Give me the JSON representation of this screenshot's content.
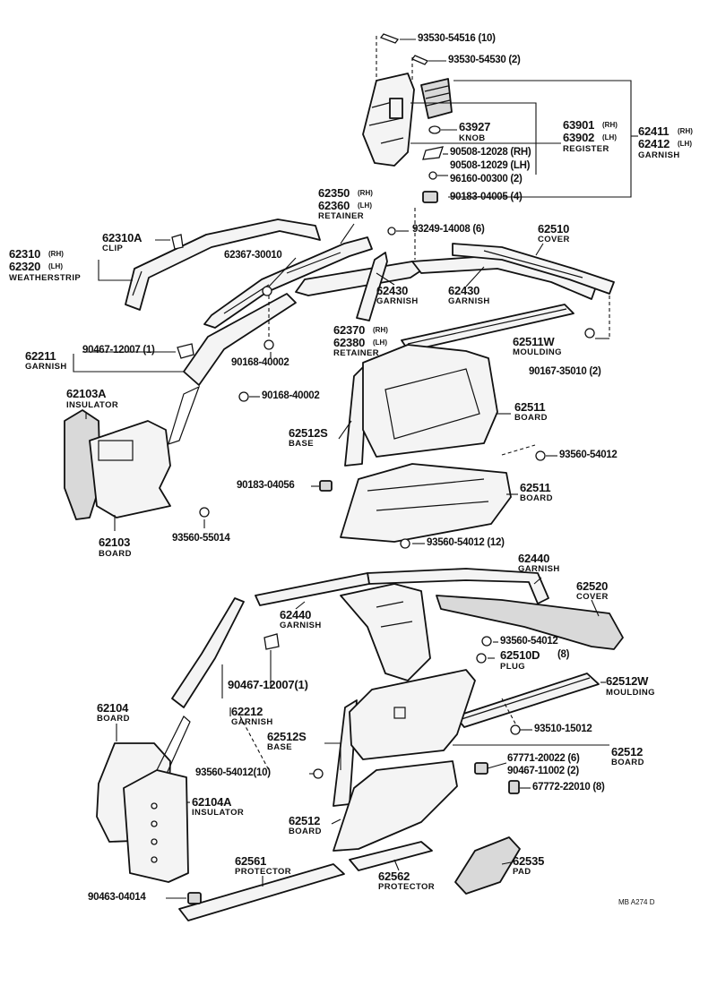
{
  "labels": {
    "l01": "93530-54516 (10)",
    "l02": "93530-54530 (2)",
    "l03": "63927",
    "l04": "KNOB",
    "l05": "63901",
    "l06": "(RH)",
    "l07": "63902",
    "l08": "(LH)",
    "l09": "REGISTER",
    "l10": "62411",
    "l11": "(RH)",
    "l12": "62412",
    "l13": "(LH)",
    "l14": "GARNISH",
    "l15": "90508-12028 (RH)",
    "l16": "90508-12029 (LH)",
    "l17": "96160-00300 (2)",
    "l18": "90183-04005 (4)",
    "l19": "62350",
    "l20": "(RH)",
    "l21": "62360",
    "l22": "(LH)",
    "l23": "RETAINER",
    "l24": "93249-14008 (6)",
    "l25": "62510",
    "l26": "COVER",
    "l27": "62310A",
    "l28": "CLIP",
    "l29": "62310",
    "l30": "(RH)",
    "l31": "62320",
    "l32": "(LH)",
    "l33": "WEATHERSTRIP",
    "l34": "62367-30010",
    "l35": "62430",
    "l36": "GARNISH",
    "l37": "62430",
    "l38": "GARNISH",
    "l39": "62370",
    "l40": "(RH)",
    "l41": "62380",
    "l42": "(LH)",
    "l43": "RETAINER",
    "l44": "62511W",
    "l45": "MOULDING",
    "l46": "62211",
    "l47": "GARNISH",
    "l48": "90467-12007 (1)",
    "l49": "90168-40002",
    "l50": "90167-35010 (2)",
    "l51": "90168-40002",
    "l52": "62103A",
    "l53": "INSULATOR",
    "l54": "62511",
    "l55": "BOARD",
    "l56": "62512S",
    "l57": "BASE",
    "l58": "93560-54012",
    "l59": "90183-04056",
    "l60": "62511",
    "l61": "BOARD",
    "l62": "62103",
    "l63": "BOARD",
    "l64": "93560-55014",
    "l65": "93560-54012 (12)",
    "l66": "62440",
    "l67": "GARNISH",
    "l68": "62520",
    "l69": "COVER",
    "l70": "62440",
    "l71": "GARNISH",
    "l72": "93560-54012",
    "l73": "62510D",
    "l74": "(8)",
    "l75": "PLUG",
    "l76": "90467-12007(1)",
    "l77": "62512W",
    "l78": "MOULDING",
    "l79": "62104",
    "l80": "BOARD",
    "l81": "62212",
    "l82": "GARNISH",
    "l83": "93510-15012",
    "l84": "62512S",
    "l85": "BASE",
    "l86": "62512",
    "l87": "BOARD",
    "l88": "67771-20022 (6)",
    "l89": "90467-11002 (2)",
    "l90": "93560-54012(10)",
    "l91": "62104A",
    "l92": "INSULATOR",
    "l93": "67772-22010 (8)",
    "l94": "62512",
    "l95": "BOARD",
    "l96": "62561",
    "l97": "PROTECTOR",
    "l98": "62535",
    "l99": "PAD",
    "l100": "62562",
    "l101": "PROTECTOR",
    "l102": "90463-04014",
    "l103": "MB  A274 D"
  }
}
